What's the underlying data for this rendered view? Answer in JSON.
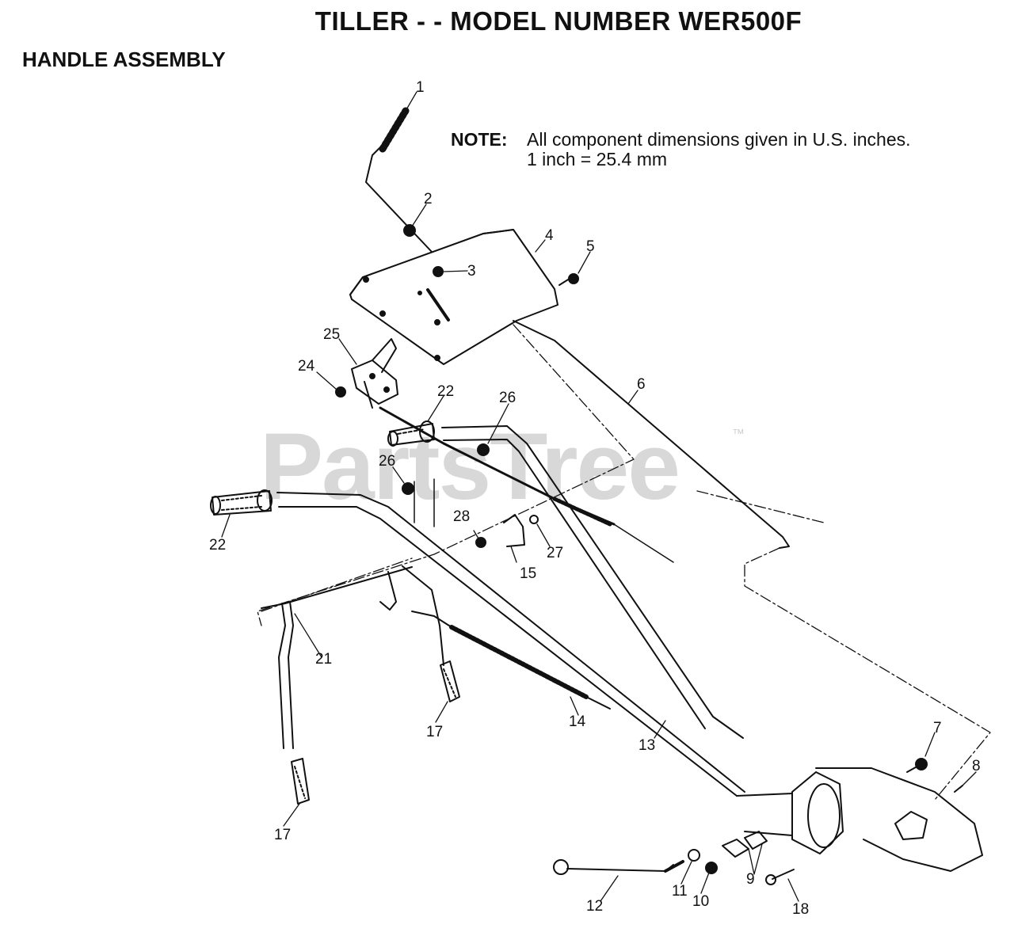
{
  "title": "TILLER - - MODEL NUMBER WER500F",
  "subtitle": "HANDLE ASSEMBLY",
  "note": {
    "label": "NOTE:",
    "line1": "All component dimensions given in U.S. inches.",
    "line2": "1 inch = 25.4 mm"
  },
  "watermark": "PartsTree",
  "trademark": "™",
  "callouts": {
    "c1": "1",
    "c2": "2",
    "c3": "3",
    "c4": "4",
    "c5": "5",
    "c6": "6",
    "c7": "7",
    "c8": "8",
    "c9": "9",
    "c10": "10",
    "c11": "11",
    "c12": "12",
    "c13": "13",
    "c14": "14",
    "c15": "15",
    "c17a": "17",
    "c17b": "17",
    "c18": "18",
    "c21": "21",
    "c22a": "22",
    "c22b": "22",
    "c24": "24",
    "c25": "25",
    "c26a": "26",
    "c26b": "26",
    "c27": "27",
    "c28": "28"
  }
}
